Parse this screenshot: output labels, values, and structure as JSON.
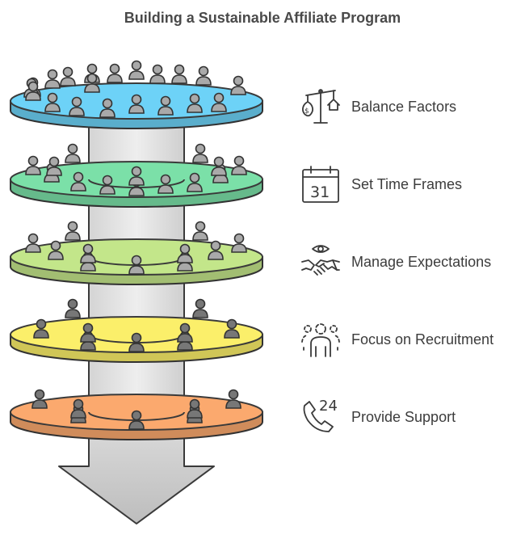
{
  "title": "Building a Sustainable Affiliate Program",
  "steps": [
    {
      "label": "Balance Factors",
      "icon": "balance-scale-icon",
      "color": "#6dd2f7",
      "level": 1,
      "people": 20
    },
    {
      "label": "Set Time Frames",
      "icon": "calendar-icon",
      "color": "#7be0a8",
      "level": 2,
      "people": 14,
      "calendar_day": "31"
    },
    {
      "label": "Manage Expectations",
      "icon": "handshake-eye-icon",
      "color": "#c3e68a",
      "level": 3,
      "people": 11
    },
    {
      "label": "Focus on Recruitment",
      "icon": "people-recruit-icon",
      "color": "#fbef6a",
      "level": 4,
      "people": 9
    },
    {
      "label": "Provide Support",
      "icon": "phone-24-icon",
      "color": "#fba96e",
      "level": 5,
      "people": 7,
      "support_hours": "24"
    }
  ],
  "colors": {
    "person_fill": "#a9a9a9",
    "person_dark_fill": "#777777",
    "person_stroke": "#333333",
    "column_fill": "#e4e4e4",
    "arrow_fill": "#cfcfcf",
    "text": "#3c3c3c"
  }
}
